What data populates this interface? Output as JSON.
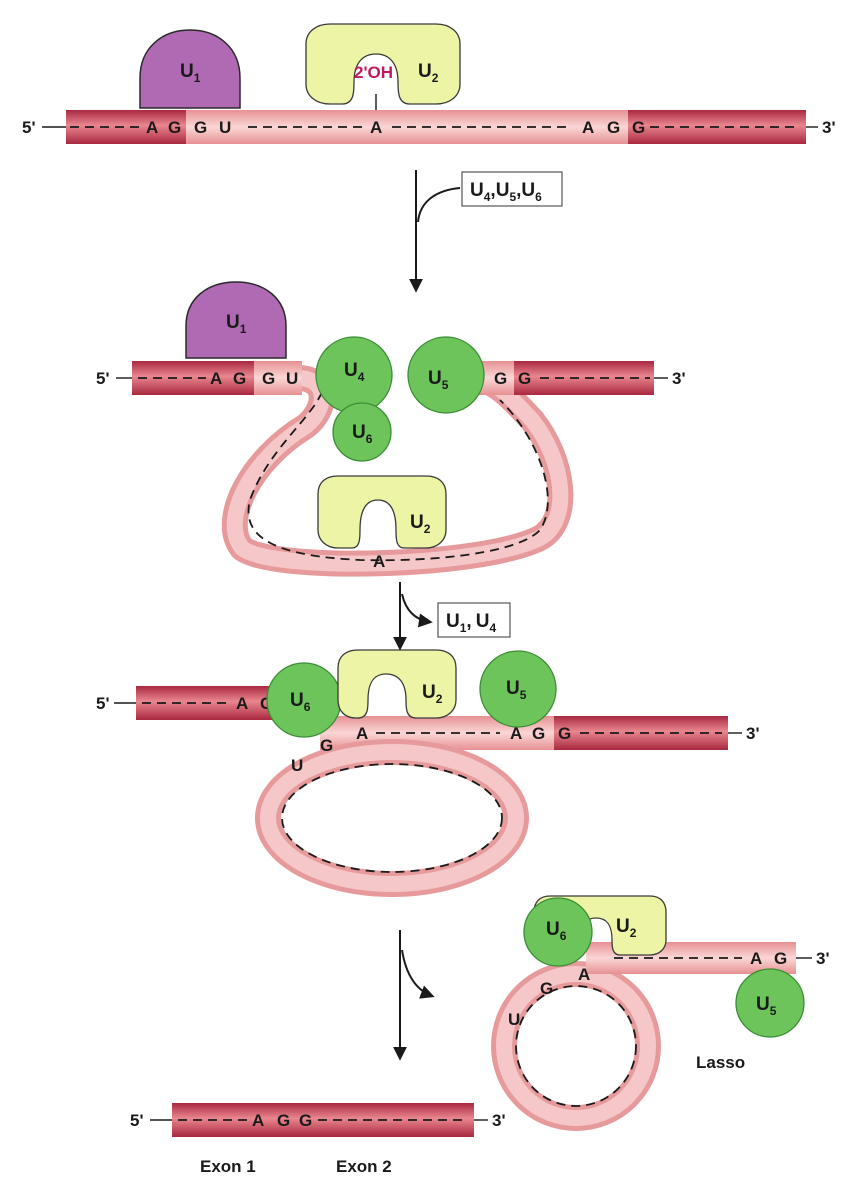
{
  "ends": {
    "five": "5'",
    "three": "3'"
  },
  "bases": {
    "A": "A",
    "G": "G",
    "U": "U"
  },
  "snrnps": {
    "U": "U",
    "u1_sub": "1",
    "u2_sub": "2",
    "u4_sub": "4",
    "u5_sub": "5",
    "u6_sub": "6"
  },
  "hydroxyl": "2'OH",
  "step1_box": {
    "u": "U",
    "sub_a": "4",
    "sub_b": "5",
    "sub_c": "6",
    "sep": ","
  },
  "step2_box": {
    "u": "U",
    "sub_a": "1",
    "sub_b": "4",
    "sep": ","
  },
  "lasso_label": "Lasso",
  "exon1_label": "Exon 1",
  "exon2_label": "Exon 2",
  "colors": {
    "exon": "#c0394f",
    "intron": "#f3b7b8",
    "u1": "#b06ab3",
    "u2": "#eef4a6",
    "u4_u5_u6": "#6cc45a",
    "hydroxyl": "#c2185b"
  }
}
